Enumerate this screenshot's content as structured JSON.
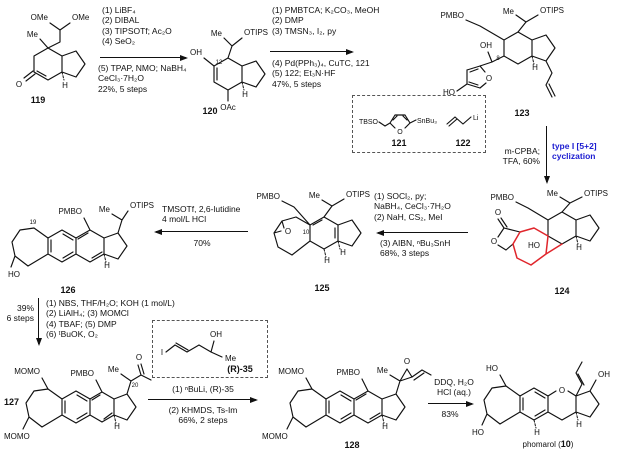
{
  "steps": {
    "s1": {
      "above": [
        "(1) LiBF₄",
        "(2) DIBAL",
        "(3) TIPSOTf; Ac₂O",
        "(4) SeO₂"
      ],
      "below": [
        "(5) TPAP, NMO; NaBH₄",
        "CeCl₃·7H₂O",
        "22%, 5 steps"
      ]
    },
    "s2": {
      "above": [
        "(1) PMBTCA; K₂CO₃, MeOH",
        "(2) DMP",
        "(3) TMSN₃, I₂, py"
      ],
      "below": [
        "(4) Pd(PPh₃)₄, CuTC, 121",
        "(5) 122; Et₃N·HF",
        "47%, 5 steps"
      ]
    },
    "s3": {
      "reagents": [
        "m-CPBA;",
        "TFA, 60%"
      ],
      "label": [
        "type I [5+2]",
        "cyclization"
      ]
    },
    "s4": {
      "above": [
        "(1) SOCl₂, py;",
        "NaBH₄, CeCl₃·7H₂O",
        "(2) NaH, CS₂, MeI"
      ],
      "below": [
        "(3) AIBN, ⁿBu₃SnH",
        "68%, 3 steps"
      ]
    },
    "s5": {
      "above": [
        "TMSOTf, 2,6-lutidine",
        "4 mol/L HCl"
      ],
      "below": [
        "70%"
      ]
    },
    "s6": {
      "left": [
        "39%",
        "6 steps"
      ],
      "right": [
        "(1) NBS, THF/H₂O; KOH (1 mol/L)",
        "(2) LiAlH₄; (3) MOMCl",
        "(4) TBAF; (5) DMP",
        "(6) ᵗBuOK, O₂"
      ]
    },
    "s7": {
      "above": [
        "(1) ⁿBuLi, (R)-35"
      ],
      "below": [
        "(2) KHMDS, Ts-Im",
        "66%, 2 steps"
      ]
    },
    "s8": {
      "above": [
        "DDQ, H₂O",
        "HCl (aq.)"
      ],
      "below": [
        "83%"
      ]
    }
  },
  "molecules": {
    "c119": {
      "number": "119",
      "ome1": "OMe",
      "ome2": "OMe",
      "me": "Me",
      "o": "O",
      "h": "H"
    },
    "c120": {
      "number": "120",
      "me": "Me",
      "otips": "OTIPS",
      "oh": "OH",
      "loc": "12",
      "oac": "OAc",
      "h": "H"
    },
    "c121": {
      "number": "121",
      "tbso": "TBSO",
      "o": "O",
      "sn": "SnBu₃"
    },
    "c122": {
      "number": "122",
      "li": "Li"
    },
    "c123": {
      "number": "123",
      "pmbo": "PMBO",
      "me": "Me",
      "otips": "OTIPS",
      "oh": "OH",
      "loc": "8",
      "o": "O",
      "ho": "HO",
      "h": "H"
    },
    "c124": {
      "number": "124",
      "pmbo": "PMBO",
      "me": "Me",
      "otips": "OTIPS",
      "o1": "O",
      "o2": "O",
      "ho": "HO",
      "h": "H"
    },
    "c125": {
      "number": "125",
      "pmbo": "PMBO",
      "me": "Me",
      "otips": "OTIPS",
      "loc": "10",
      "o": "O",
      "h1": "H",
      "h2": "H"
    },
    "c126": {
      "number": "126",
      "pmbo": "PMBO",
      "me": "Me",
      "otips": "OTIPS",
      "loc": "19",
      "ho": "HO",
      "h": "H"
    },
    "c127": {
      "number": "127",
      "pmbo": "PMBO",
      "me": "Me",
      "o": "O",
      "loc": "20",
      "momo1": "MOMO",
      "momo2": "MOMO",
      "h": "H"
    },
    "c128": {
      "number": "128",
      "pmbo": "PMBO",
      "me": "Me",
      "o": "O",
      "momo1": "MOMO",
      "momo2": "MOMO",
      "h": "H"
    },
    "c35": {
      "number": "(R)-35",
      "i": "I",
      "oh": "OH",
      "me": "Me"
    },
    "c10": {
      "caption_pre": "phomarol (",
      "caption_num": "10",
      "caption_post": ")",
      "ho1": "HO",
      "ho2": "HO",
      "oh": "OH",
      "o": "O",
      "h1": "H",
      "h2": "H"
    }
  },
  "colors": {
    "highlight_red": "#e0262c",
    "annotation_blue": "#1b1bd1"
  }
}
